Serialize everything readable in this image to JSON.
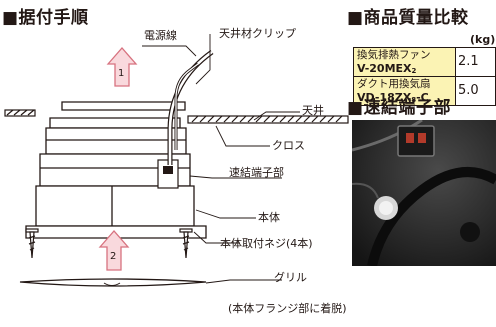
{
  "left_section": {
    "title": "■据付手順",
    "labels": {
      "power_cable": "電源線",
      "ceiling_clip": "天井材クリップ",
      "ceiling": "天井",
      "cloth": "クロス",
      "terminal": "速結端子部",
      "body": "本体",
      "screws": "本体取付ネジ(4本)",
      "grille": "グリル",
      "grille_note": "(本体フランジ部に着脱)"
    },
    "step_numbers": [
      "1",
      "2"
    ]
  },
  "weight_section": {
    "title": "■商品質量比較",
    "unit": "(kg)",
    "rows": [
      {
        "name": "換気排熱ファン",
        "model": "V-20MEX",
        "model_sub": "2",
        "value": "2.1"
      },
      {
        "name": "ダクト用換気扇",
        "model": "VD-18ZX",
        "model_sub": "8",
        "model_suffix": "-C",
        "value": "5.0"
      }
    ]
  },
  "terminal_section": {
    "title": "■速結端子部"
  },
  "colors": {
    "text": "#231815",
    "table_fill": "#fbf3b4",
    "arrow_fill": "#f9d9dd",
    "arrow_stroke": "#d7727f"
  }
}
